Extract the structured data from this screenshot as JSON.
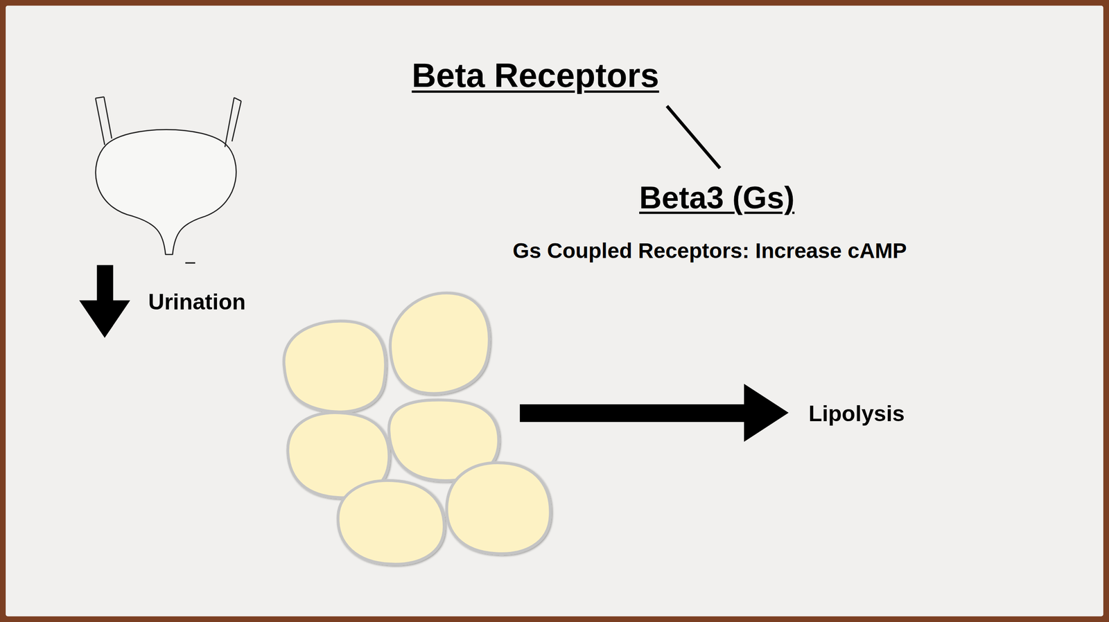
{
  "diagram": {
    "title": "Beta Receptors",
    "labels": [
      "Beta3 (Gs)",
      "Gs Coupled Receptors: Increase cAMP",
      "Urination",
      "Lipolysis"
    ]
  }
}
